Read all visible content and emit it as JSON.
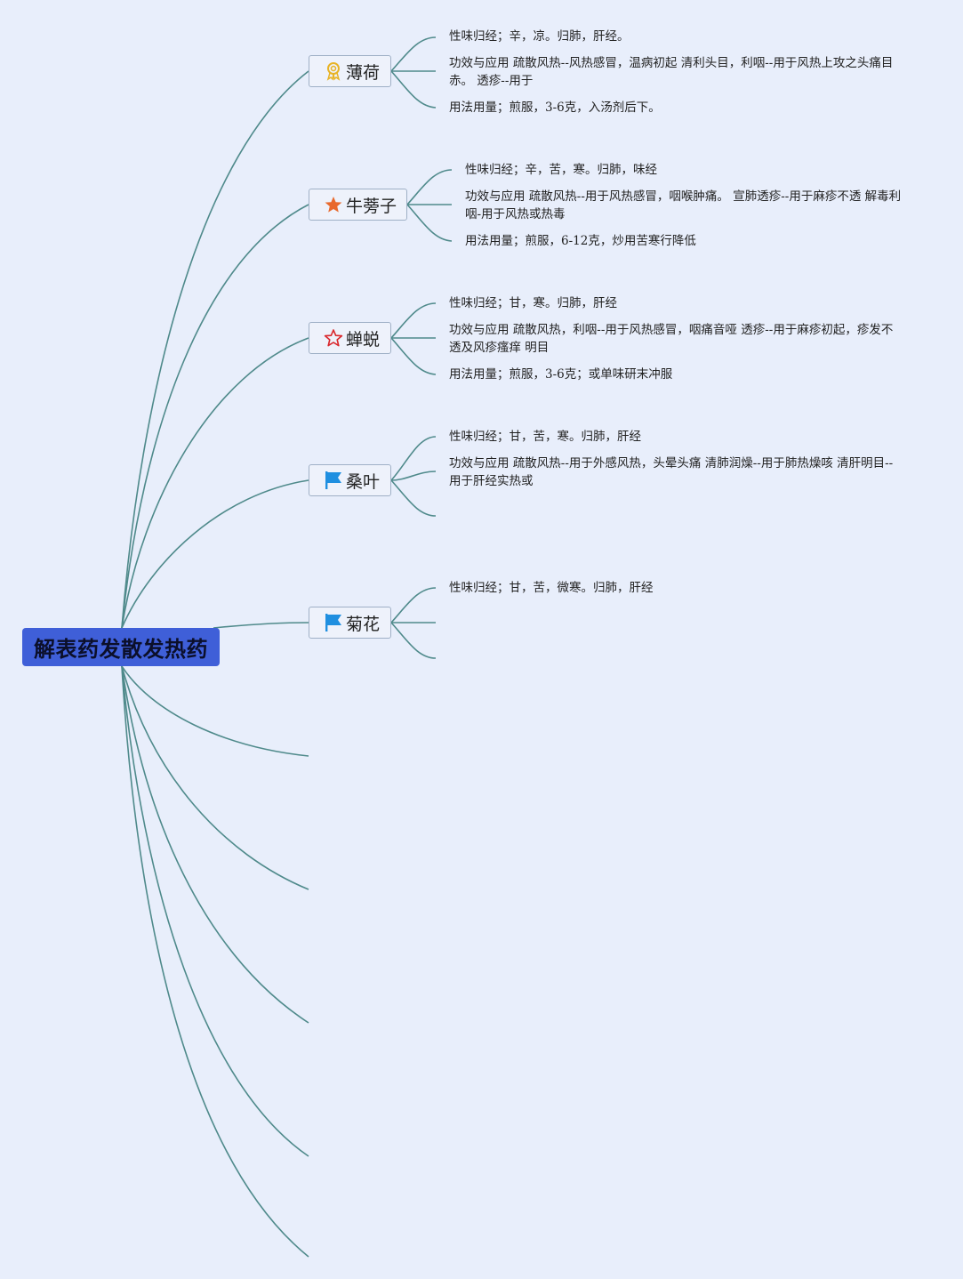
{
  "root": {
    "title": "解表药发散发热药"
  },
  "topics": [
    {
      "name": "薄荷",
      "icon": "award-ribbon-icon",
      "details": [
        "性味归经；辛，凉。归肺，肝经。",
        "功效与应用 疏散风热--风热感冒，温病初起 清利头目，利咽--用于风热上攻之头痛目赤。 透疹--用于",
        "用法用量；煎服，3-6克，入汤剂后下。"
      ]
    },
    {
      "name": "牛蒡子",
      "icon": "star-filled-icon",
      "details": [
        "性味归经；辛，苦，寒。归肺，味经",
        "功效与应用 疏散风热--用于风热感冒，咽喉肿痛。 宣肺透疹--用于麻疹不透 解毒利咽-用于风热或热毒",
        "用法用量；煎服，6-12克，炒用苦寒行降低"
      ]
    },
    {
      "name": "蝉蜕",
      "icon": "star-outline-icon",
      "details": [
        "性味归经；甘，寒。归肺，肝经",
        "功效与应用 疏散风热，利咽--用于风热感冒，咽痛音哑 透疹--用于麻疹初起，疹发不透及风疹瘙痒 明目",
        "用法用量；煎服，3-6克；或单味研末冲服"
      ]
    },
    {
      "name": "桑叶",
      "icon": "blue-flag-icon",
      "details": [
        "性味归经；甘，苦，寒。归肺，肝经",
        "功效与应用 疏散风热--用于外感风热，头晕头痛 清肺润燥--用于肺热燥咳 清肝明目--用于肝经实热或"
      ]
    },
    {
      "name": "菊花",
      "icon": "blue-flag-icon",
      "details": [
        "性味归经；甘，苦，微寒。归肺，肝经"
      ]
    }
  ],
  "colors": {
    "background": "#e8eefb",
    "root_fill": "#3f5fd8",
    "connector": "#4f8a8b",
    "topic_border": "#9fb0c6"
  }
}
